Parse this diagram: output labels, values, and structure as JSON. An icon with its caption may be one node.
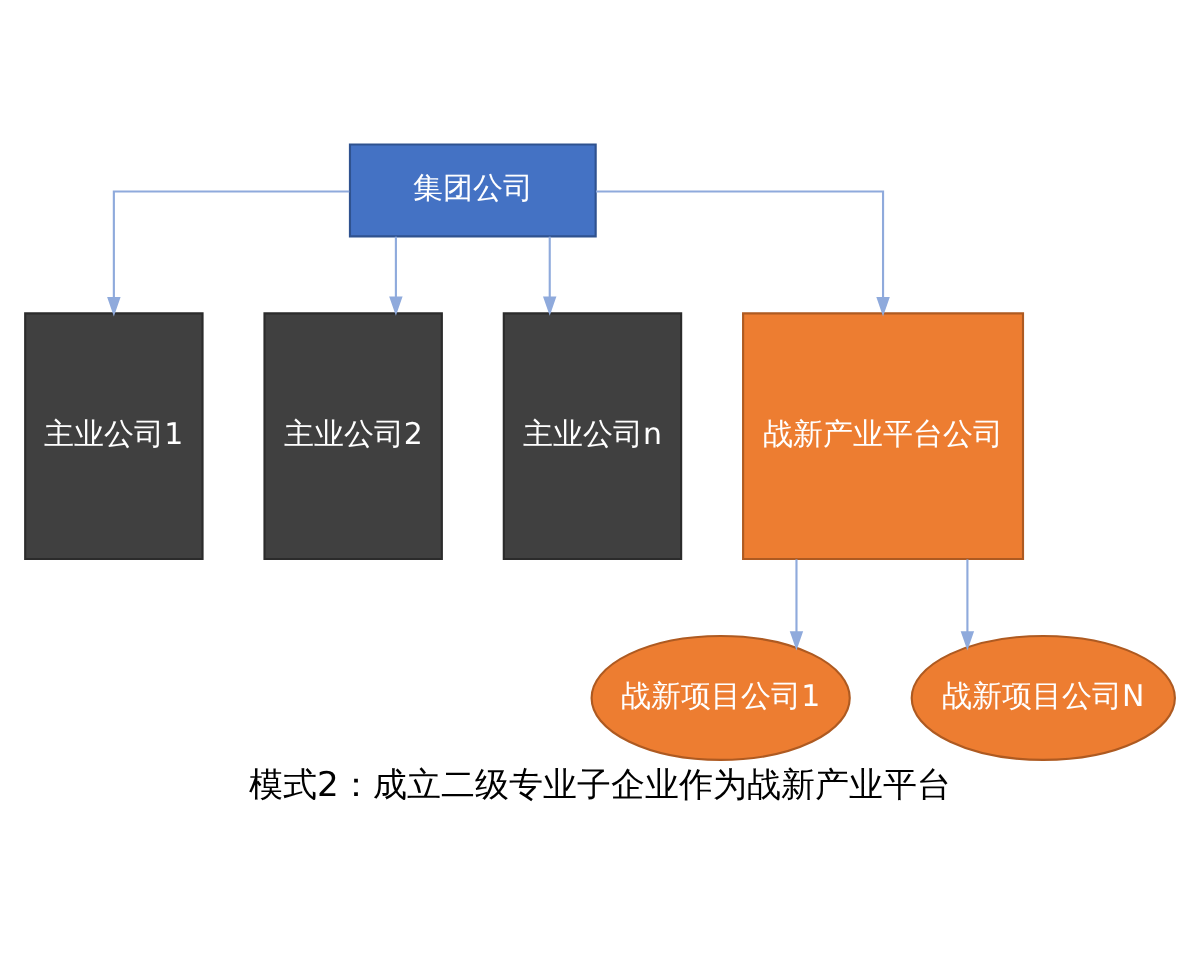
{
  "diagram": {
    "caption": "模式2：成立二级专业子企业作为战新产业平台",
    "nodes": [
      {
        "text": [
          "集团公司"
        ]
      },
      {
        "text": [
          "主业公司1"
        ]
      },
      {
        "text": [
          "主业公司2"
        ]
      },
      {
        "text": [
          "主业公司n"
        ]
      },
      {
        "text": [
          "战新产业平台公司"
        ]
      },
      {
        "text": [
          "战新项目公司1"
        ]
      },
      {
        "text": [
          "战新项目公司N"
        ]
      }
    ],
    "edges": [
      {
        "from": 0,
        "to": 1,
        "arrow": "to"
      },
      {
        "from": 0,
        "to": 2,
        "arrow": "to"
      },
      {
        "from": 0,
        "to": 3,
        "arrow": "to"
      },
      {
        "from": 0,
        "to": 4,
        "arrow": "to"
      },
      {
        "from": 4,
        "to": 5,
        "arrow": "to"
      },
      {
        "from": 4,
        "to": 6,
        "arrow": "to"
      }
    ]
  }
}
